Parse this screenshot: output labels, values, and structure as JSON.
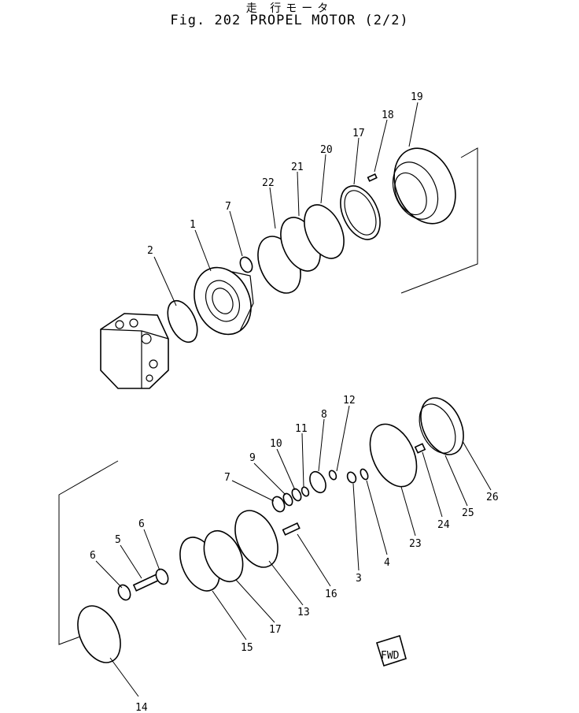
{
  "title": {
    "japanese": "走 行モータ",
    "english": "Fig. 202 PROPEL MOTOR (2/2)"
  },
  "fwd_label": "FWD",
  "callouts": [
    {
      "id": "c1",
      "text": "1"
    },
    {
      "id": "c2",
      "text": "2"
    },
    {
      "id": "c7a",
      "text": "7"
    },
    {
      "id": "c22",
      "text": "22"
    },
    {
      "id": "c21",
      "text": "21"
    },
    {
      "id": "c20",
      "text": "20"
    },
    {
      "id": "c17a",
      "text": "17"
    },
    {
      "id": "c18",
      "text": "18"
    },
    {
      "id": "c19",
      "text": "19"
    },
    {
      "id": "c12",
      "text": "12"
    },
    {
      "id": "c8",
      "text": "8"
    },
    {
      "id": "c11",
      "text": "11"
    },
    {
      "id": "c10",
      "text": "10"
    },
    {
      "id": "c9",
      "text": "9"
    },
    {
      "id": "c7b",
      "text": "7"
    },
    {
      "id": "c6a",
      "text": "6"
    },
    {
      "id": "c5",
      "text": "5"
    },
    {
      "id": "c6b",
      "text": "6"
    },
    {
      "id": "c14",
      "text": "14"
    },
    {
      "id": "c15",
      "text": "15"
    },
    {
      "id": "c17b",
      "text": "17"
    },
    {
      "id": "c13",
      "text": "13"
    },
    {
      "id": "c16",
      "text": "16"
    },
    {
      "id": "c3",
      "text": "3"
    },
    {
      "id": "c4",
      "text": "4"
    },
    {
      "id": "c23",
      "text": "23"
    },
    {
      "id": "c24",
      "text": "24"
    },
    {
      "id": "c25",
      "text": "25"
    },
    {
      "id": "c26",
      "text": "26"
    }
  ]
}
